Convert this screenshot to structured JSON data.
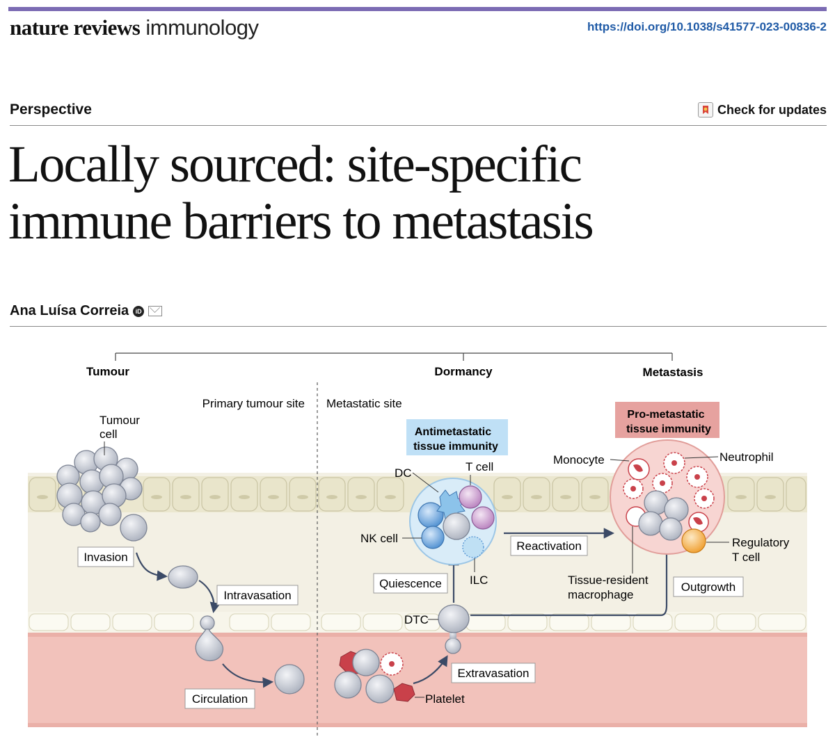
{
  "header": {
    "journal_bold": "nature reviews",
    "journal_light": "immunology",
    "doi": "https://doi.org/10.1038/s41577-023-00836-2",
    "accent_color": "#7b6bb3"
  },
  "article": {
    "section": "Perspective",
    "check_updates": "Check for updates",
    "title_line1": "Locally sourced: site-specific",
    "title_line2": "immune barriers to metastasis",
    "author": "Ana Luísa Correia"
  },
  "figure": {
    "stages": {
      "tumour": "Tumour",
      "dormancy": "Dormancy",
      "metastasis": "Metastasis"
    },
    "sites": {
      "primary": "Primary tumour site",
      "metastatic": "Metastatic site"
    },
    "labels": {
      "tumour_cell_1": "Tumour",
      "tumour_cell_2": "cell",
      "invasion": "Invasion",
      "intravasation": "Intravasation",
      "circulation": "Circulation",
      "extravasation": "Extravasation",
      "platelet": "Platelet",
      "dtc": "DTC",
      "quiescence": "Quiescence",
      "reactivation": "Reactivation",
      "outgrowth": "Outgrowth",
      "antimetastatic_1": "Antimetastatic",
      "antimetastatic_2": "tissue immunity",
      "prometastatic_1": "Pro-metastatic",
      "prometastatic_2": "tissue immunity",
      "dc": "DC",
      "t_cell": "T cell",
      "nk_cell": "NK cell",
      "ilc": "ILC",
      "monocyte": "Monocyte",
      "neutrophil": "Neutrophil",
      "regulatory_1": "Regulatory",
      "regulatory_2": "T cell",
      "macrophage_1": "Tissue-resident",
      "macrophage_2": "macrophage"
    },
    "colors": {
      "tissue": "#f3f0e4",
      "epithelium": "#e6e2c9",
      "vessel": "#f2c2bb",
      "antimetastatic": "#cfe6f6",
      "prometastatic": "#e9a9a6",
      "arrow": "#3b4a66"
    }
  }
}
